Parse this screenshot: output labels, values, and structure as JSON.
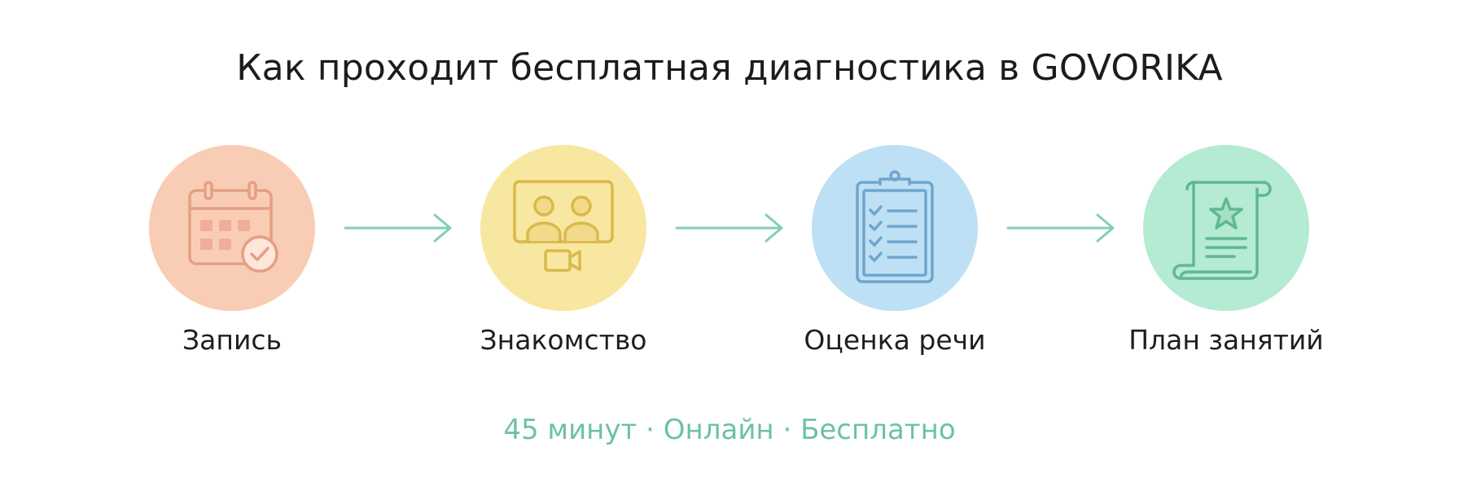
{
  "title": "Как проходит бесплатная диагностика в GOVORIKA",
  "steps": [
    {
      "label": "Запись",
      "icon": "calendar-check-icon",
      "color": "#f9cdb5",
      "stroke": "#e59f84"
    },
    {
      "label": "Знакомство",
      "icon": "video-call-icon",
      "color": "#f8e7a0",
      "stroke": "#d8b94a"
    },
    {
      "label": "Оценка речи",
      "icon": "clipboard-checklist-icon",
      "color": "#bde0f4",
      "stroke": "#6fa5cf"
    },
    {
      "label": "План занятий",
      "icon": "certificate-star-icon",
      "color": "#b5ead3",
      "stroke": "#5fb892"
    }
  ],
  "arrow_color": "#83cfb0",
  "footer": "45 минут · Онлайн · Бесплатно",
  "footer_color": "#6cc2a3"
}
